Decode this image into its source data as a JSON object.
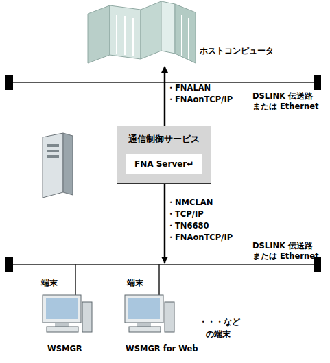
{
  "diagram": {
    "nodes": [
      {
        "text": [
          "ホストコンピュータ"
        ]
      },
      {
        "text": [
          "通信制御サービス"
        ]
      },
      {
        "text": [
          "FNA Server↵"
        ],
        "in": 1
      },
      {
        "text": [
          "端末",
          "WSMGR"
        ]
      },
      {
        "text": [
          "端末",
          "WSMGR for Web"
        ]
      }
    ],
    "edges": [
      {
        "from": 1,
        "to": 0,
        "arrow": "to"
      }
    ],
    "labels": [
      "・FNALAN",
      "・FNAonTCP/IP",
      "DSLINK 伝送路",
      "または Ethernet",
      "・NMCLAN",
      "・TCP/IP",
      "・TN6680",
      "・FNAonTCP/IP",
      "DSLINK 伝送路",
      "または Ethernet",
      "・・・など",
      "の端末"
    ]
  }
}
